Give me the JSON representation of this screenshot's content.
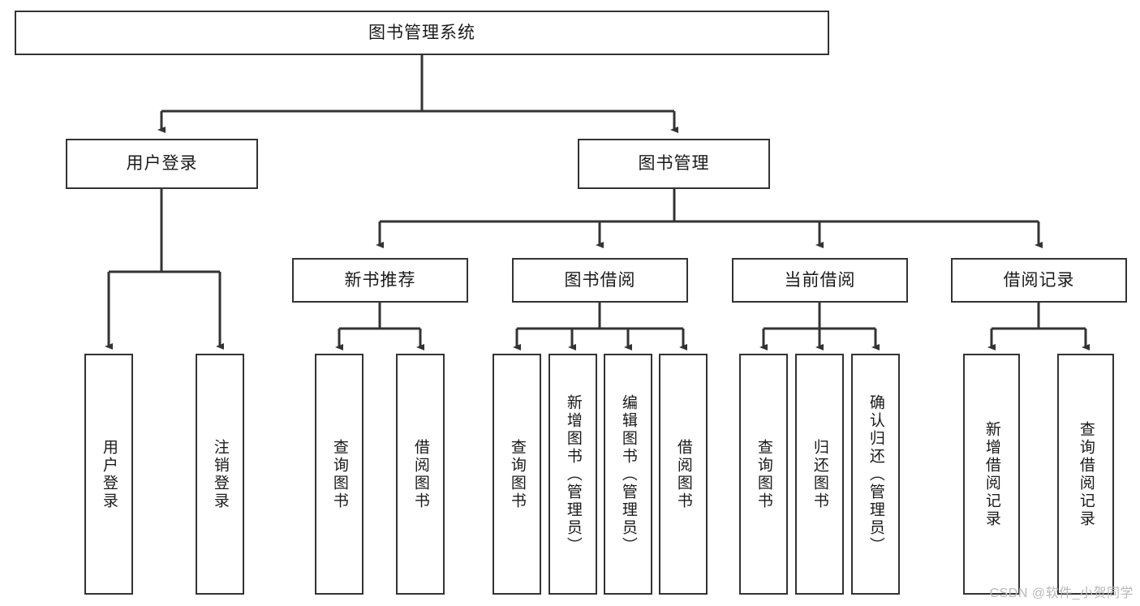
{
  "diagram": {
    "title": "图书管理系统",
    "type": "hierarchy-tree",
    "background_color": "#ffffff",
    "line_color": "#333333",
    "box_fill": "#ffffff",
    "text_color": "#1a1a1a"
  },
  "levels": {
    "root": {
      "label": "图书管理系统"
    },
    "level2": [
      {
        "label": "用户登录"
      },
      {
        "label": "图书管理"
      }
    ],
    "level3": [
      {
        "label": "新书推荐"
      },
      {
        "label": "图书借阅"
      },
      {
        "label": "当前借阅"
      },
      {
        "label": "借阅记录"
      }
    ],
    "leaves_user_login": [
      {
        "label": "用户登录"
      },
      {
        "label": "注销登录"
      }
    ],
    "leaves_new_book": [
      {
        "label": "查询图书"
      },
      {
        "label": "借阅图书"
      }
    ],
    "leaves_borrow": [
      {
        "label": "查询图书"
      },
      {
        "label": "新增图书（管理员）"
      },
      {
        "label": "编辑图书（管理员）"
      },
      {
        "label": "借阅图书"
      }
    ],
    "leaves_current": [
      {
        "label": "查询图书"
      },
      {
        "label": "归还图书"
      },
      {
        "label": "确认归还（管理员）"
      }
    ],
    "leaves_records": [
      {
        "label": "新增借阅记录"
      },
      {
        "label": "查询借阅记录"
      }
    ]
  },
  "watermark": {
    "text": "CSDN @软件_小贺同学"
  }
}
